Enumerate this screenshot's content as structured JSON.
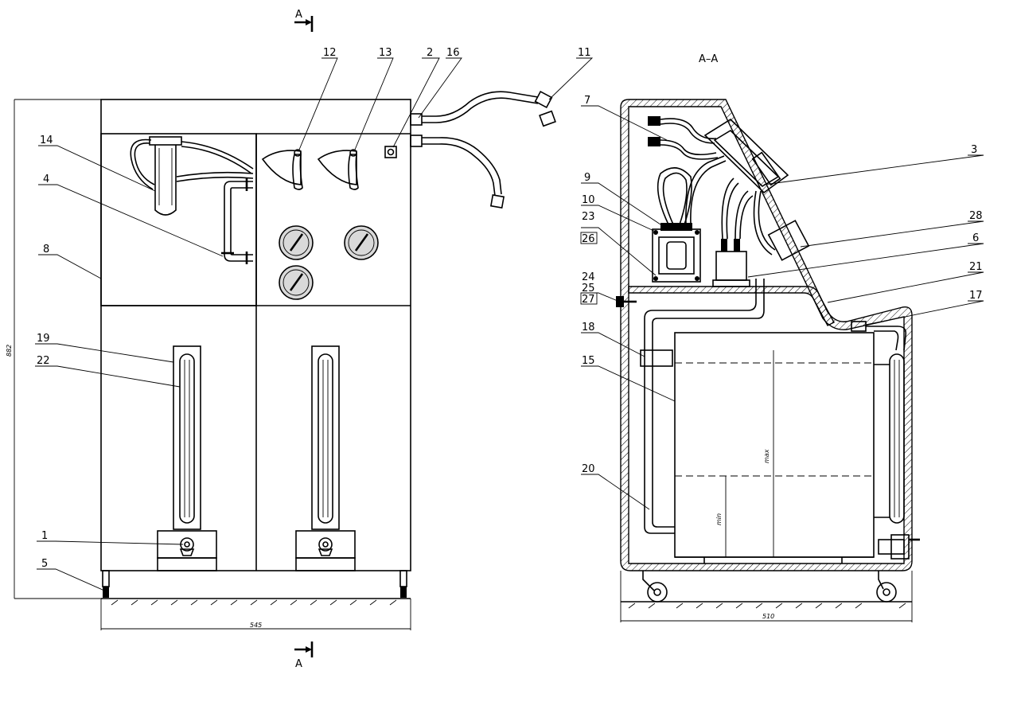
{
  "section_marks": {
    "top": "A",
    "bottom": "A",
    "section_title": "A–A"
  },
  "front_callouts": [
    "12",
    "13",
    "2",
    "16",
    "11",
    "14",
    "4",
    "8",
    "19",
    "22",
    "1",
    "5"
  ],
  "side_callouts": [
    "7",
    "3",
    "9",
    "10",
    "23",
    "26",
    "28",
    "6",
    "24",
    "25",
    "27",
    "21",
    "17",
    "18",
    "15",
    "20"
  ],
  "dimensions": {
    "front_height": "882",
    "front_width": "545",
    "side_width": "510",
    "level_max": "max",
    "level_min": "min"
  }
}
